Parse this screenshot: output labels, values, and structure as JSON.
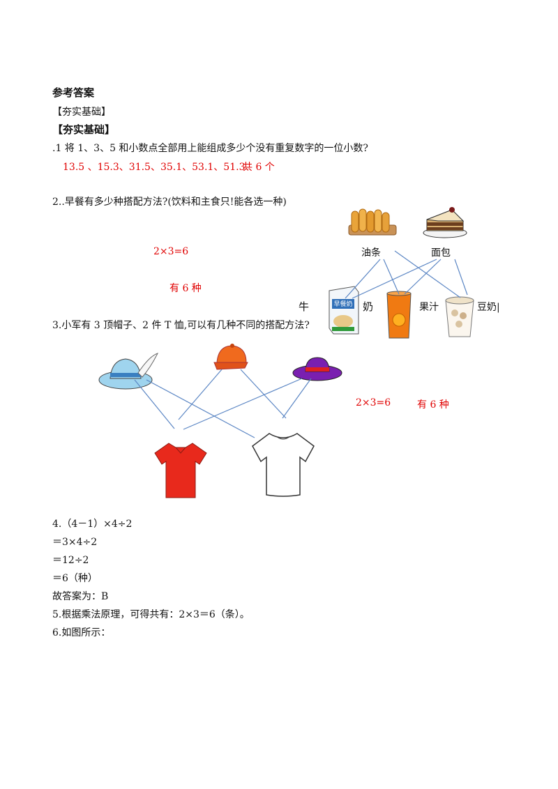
{
  "header": {
    "title": "参考答案",
    "section_small": "【夯实基础】",
    "section_bold": "【夯实基础】"
  },
  "q1": {
    "question": ".1 将 1、3、5 和小数点全部用上能组成多少个没有重复数字的一位小数?",
    "answer_list": "13.5 、15.3、31.5、35.1、53.1、51.3、",
    "answer_total": "共 6 个"
  },
  "q2": {
    "question": "2..早餐有多少种搭配方法?(饮料和主食只!能各选一种)",
    "formula": "2×3=6",
    "result": "有 6 种",
    "foods": [
      "油条",
      "面包"
    ],
    "drinks": {
      "milk_left": "牛",
      "milk_right": "奶",
      "juice": "果汁",
      "soy": "豆奶|"
    },
    "milk_box_text": "早餐奶"
  },
  "q3": {
    "question": "3.小军有 3 顶帽子、2 件  T 恤,可以有几种不同的搭配方法?",
    "formula": "2×3=6",
    "result": "有 6 种"
  },
  "q4": {
    "line1": "4.（4－1）×4÷2",
    "line2": "＝3×4÷2",
    "line3": "＝12÷2",
    "line4": "＝6（种）",
    "answer": "故答案为：B"
  },
  "q5": {
    "text": "5.根据乘法原理，可得共有：2×3＝6（条）。"
  },
  "q6": {
    "text": "6.如图所示："
  },
  "colors": {
    "answer_red": "#e00000",
    "line_blue": "#5b86c4"
  }
}
